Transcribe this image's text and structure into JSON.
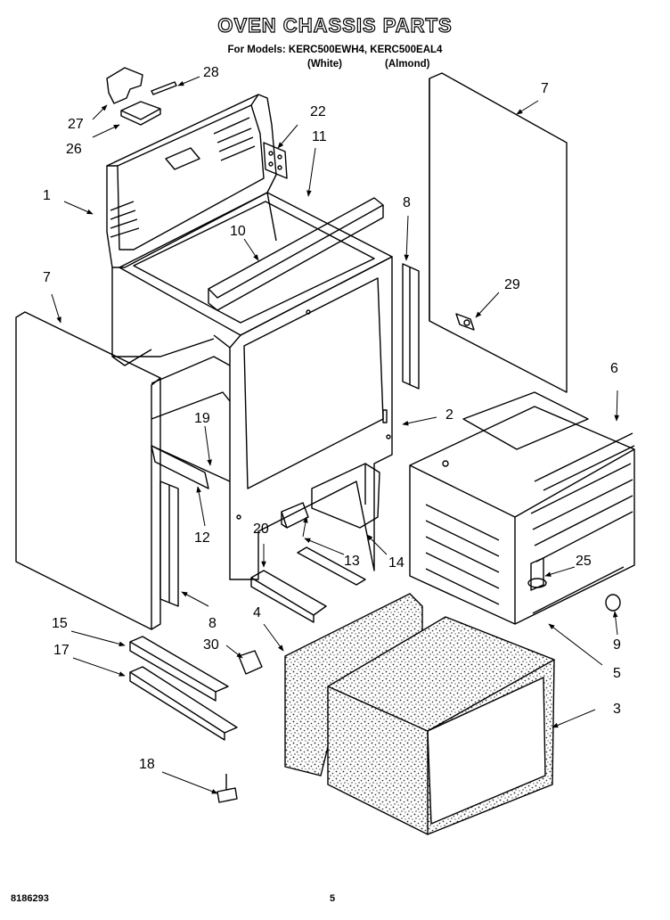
{
  "header": {
    "title": "OVEN CHASSIS PARTS",
    "models": "For Models: KERC500EWH4, KERC500EAL4",
    "variant_white": "(White)",
    "variant_almond": "(Almond)"
  },
  "callouts": {
    "c1": "1",
    "c2": "2",
    "c3": "3",
    "c4": "4",
    "c5": "5",
    "c6": "6",
    "c7a": "7",
    "c7b": "7",
    "c8a": "8",
    "c8b": "8",
    "c9": "9",
    "c10": "10",
    "c11": "11",
    "c12": "12",
    "c13": "13",
    "c14": "14",
    "c15": "15",
    "c17": "17",
    "c18": "18",
    "c19": "19",
    "c20": "20",
    "c22": "22",
    "c25": "25",
    "c26": "26",
    "c27": "27",
    "c28": "28",
    "c29": "29",
    "c30": "30"
  },
  "footer": {
    "doc_number": "8186293",
    "page_number": "5"
  }
}
